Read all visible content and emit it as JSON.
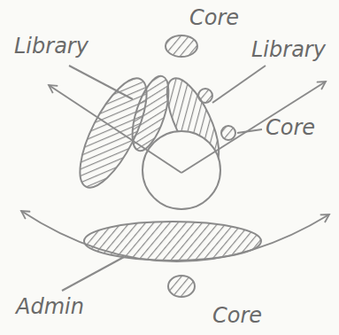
{
  "diagram": {
    "labels": [
      "Core",
      "Library",
      "Library",
      "Core",
      "Admin",
      "Core"
    ]
  }
}
